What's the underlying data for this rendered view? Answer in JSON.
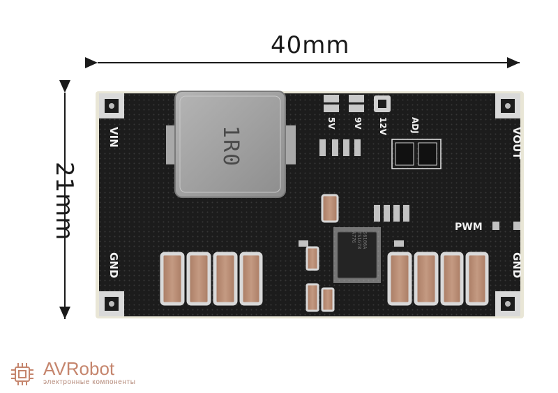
{
  "dimensions": {
    "width": "40mm",
    "height": "21mm"
  },
  "pcb_labels": {
    "vin": "VIN",
    "gnd_left": "GND",
    "vout": "VOUT",
    "gnd_right": "GND",
    "pwm": "PWM",
    "v5": "5V",
    "v9": "9V",
    "v12": "12V",
    "adj": "ADJ"
  },
  "inductor_marking": "1R0",
  "chip_marking": [
    "S6106A",
    "TS1G78",
    "A776"
  ],
  "brand": {
    "name": "AVRobot",
    "tagline": "электронные компоненты",
    "color": "#c5856d"
  },
  "colors": {
    "pcb": "#1c1c1c",
    "capacitor": "#b88a70",
    "inductor": "#9e9e9e"
  }
}
